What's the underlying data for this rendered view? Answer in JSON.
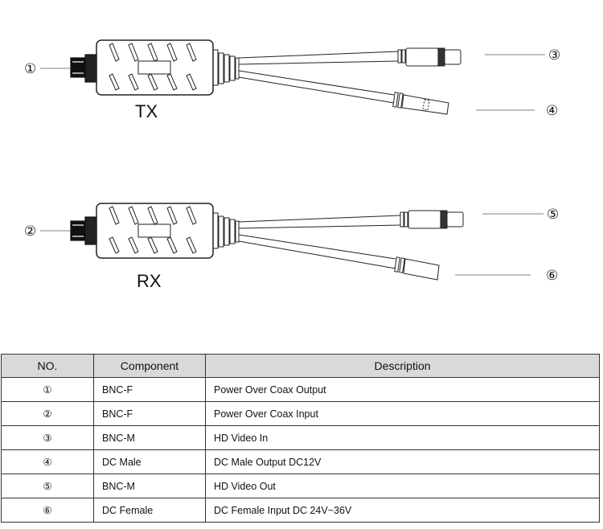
{
  "units": [
    {
      "label": "TX",
      "bnc_marker": "①",
      "cable_top_marker": "③",
      "cable_bottom_marker": "④"
    },
    {
      "label": "RX",
      "bnc_marker": "②",
      "cable_top_marker": "⑤",
      "cable_bottom_marker": "⑥"
    }
  ],
  "table": {
    "headers": {
      "no": "NO.",
      "component": "Component",
      "description": "Description"
    },
    "rows": [
      {
        "no": "①",
        "component": "BNC-F",
        "description": "Power Over Coax Output"
      },
      {
        "no": "②",
        "component": "BNC-F",
        "description": "Power Over Coax Input"
      },
      {
        "no": "③",
        "component": "BNC-M",
        "description": "HD Video In"
      },
      {
        "no": "④",
        "component": "DC Male",
        "description": "DC Male Output DC12V"
      },
      {
        "no": "⑤",
        "component": "BNC-M",
        "description": "HD Video Out"
      },
      {
        "no": "⑥",
        "component": "DC Female",
        "description": "DC Female Input DC 24V~36V"
      }
    ]
  }
}
